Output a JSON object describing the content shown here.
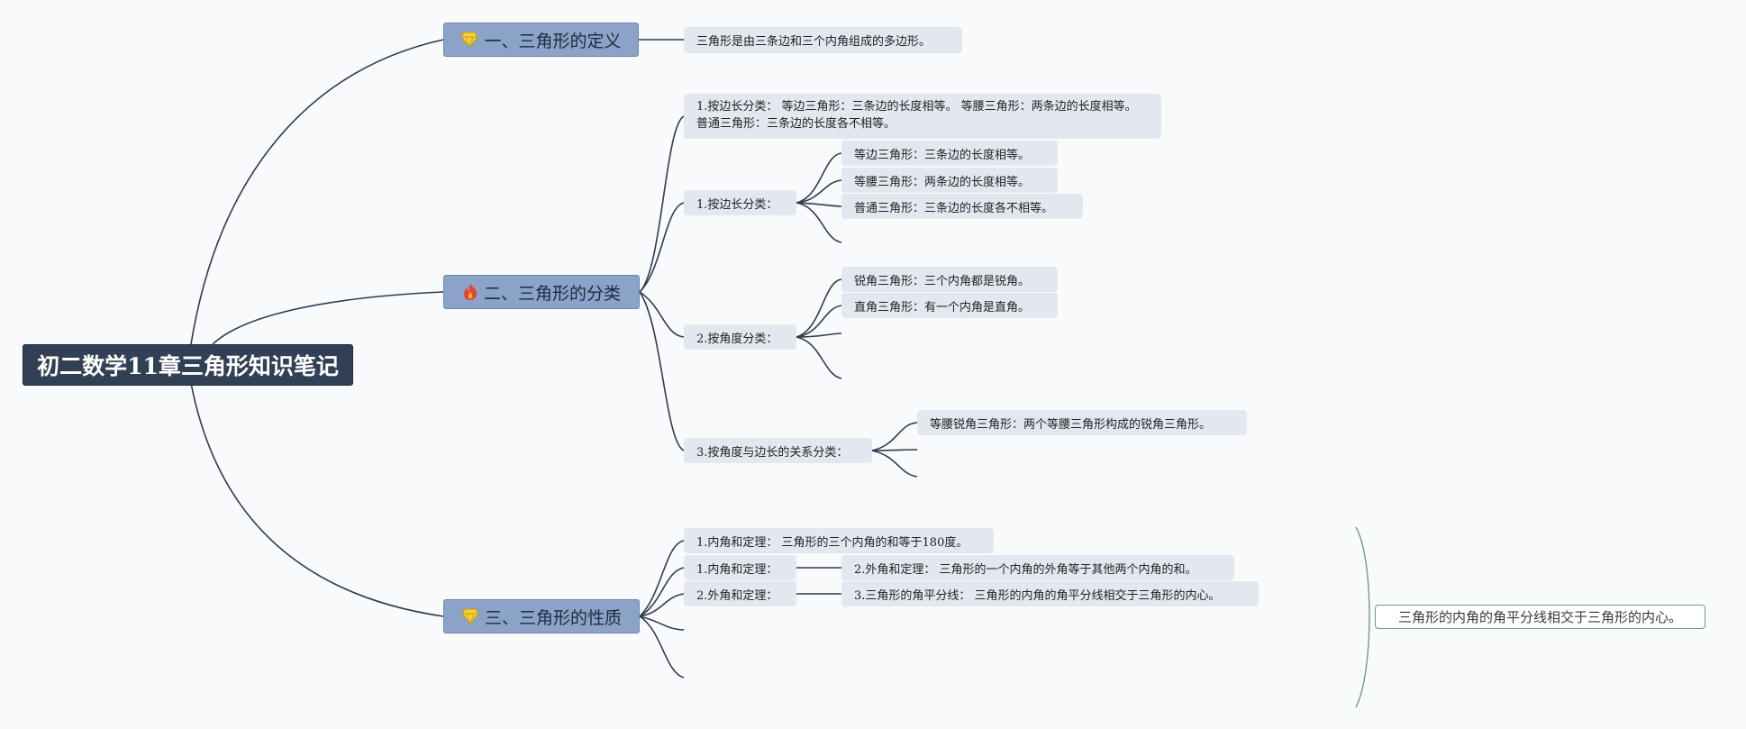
{
  "root": {
    "label": "初二数学11章三角形知识笔记"
  },
  "branches": [
    {
      "label": "一、三角形的定义",
      "icon": "diamond-icon"
    },
    {
      "label": "二、三角形的分类",
      "icon": "fire-icon"
    },
    {
      "label": "三、三角形的性质",
      "icon": "diamond-icon"
    }
  ],
  "definition": {
    "text": "三角形是由三条边和三个内角组成的多边形。"
  },
  "classification": {
    "summary": "1.按边长分类： 等边三角形：三条边的长度相等。 等腰三角形：两条边的长度相等。 普通三角形：三条边的长度各不相等。",
    "by_side": {
      "label": "1.按边长分类：",
      "items": [
        "等边三角形：三条边的长度相等。",
        "等腰三角形：两条边的长度相等。",
        "普通三角形：三条边的长度各不相等。"
      ]
    },
    "by_angle": {
      "label": "2.按角度分类：",
      "items": [
        "锐角三角形：三个内角都是锐角。",
        "直角三角形：有一个内角是直角。"
      ]
    },
    "by_angle_side": {
      "label": "3.按角度与边长的关系分类：",
      "items": [
        "等腰锐角三角形：两个等腰三角形构成的锐角三角形。"
      ]
    }
  },
  "properties": {
    "items": [
      "1.内角和定理： 三角形的三个内角的和等于180度。",
      "1.内角和定理：",
      "2.外角和定理："
    ],
    "sub_items": [
      "2.外角和定理： 三角形的一个内角的外角等于其他两个内角的和。",
      "3.三角形的角平分线： 三角形的内角的角平分线相交于三角形的内心。"
    ],
    "summary_note": "三角形的内角的角平分线相交于三角形的内心。"
  },
  "colors": {
    "background": "#f9fafb",
    "root_fill": "#324055",
    "branch_fill": "#8aa3c7",
    "leaf_fill": "#e3e8f0",
    "line": "#2f3b4e",
    "summary_border": "#6f9c85"
  }
}
